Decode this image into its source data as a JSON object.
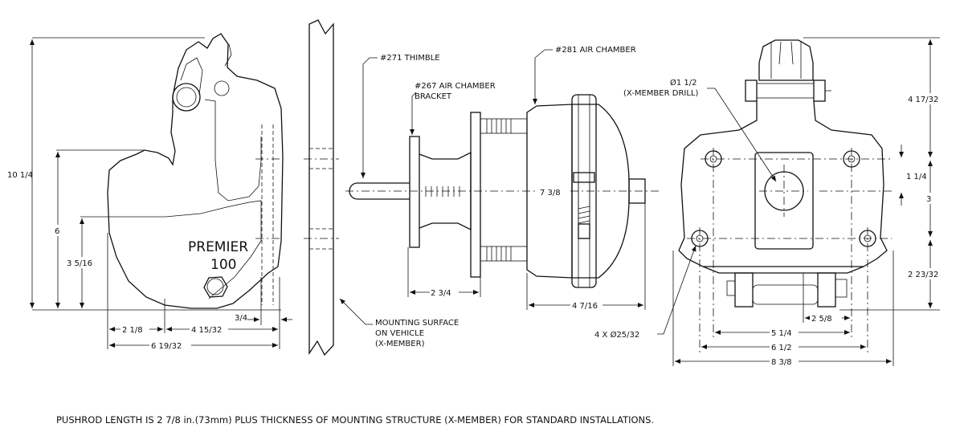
{
  "product_text": {
    "line1": "PREMIER",
    "line2": "100"
  },
  "side_view": {
    "dims": {
      "overall_height": "10 1/4",
      "height_6": "6",
      "height_3_5_16": "3 5/16",
      "width_2_1_8": "2 1/8",
      "width_4_15_32": "4 15/32",
      "width_3_4": "3/4",
      "width_6_19_32": "6 19/32"
    }
  },
  "mounting": {
    "label": [
      "MOUNTING SURFACE",
      "ON VEHICLE",
      "(X-MEMBER)"
    ]
  },
  "air_chamber_view": {
    "labels": {
      "thimble": "#271 THIMBLE",
      "bracket": [
        "#267 AIR CHAMBER",
        "BRACKET"
      ],
      "chamber": "#281 AIR CHAMBER"
    },
    "dims": {
      "d_7_3_8": "7 3/8",
      "d_2_3_4": "2 3/4",
      "d_4_7_16": "4 7/16"
    }
  },
  "front_view": {
    "labels": {
      "drill": [
        "Ø1 1/2",
        "(X-MEMBER DRILL)"
      ],
      "holes": "4 X Ø25/32"
    },
    "dims": {
      "d_4_17_32": "4 17/32",
      "d_1_1_4": "1 1/4",
      "d_3": "3",
      "d_2_23_32": "2 23/32",
      "d_2_5_8": "2 5/8",
      "d_5_1_4": "5 1/4",
      "d_6_1_2": "6 1/2",
      "d_8_3_8": "8 3/8"
    }
  },
  "footnote": "PUSHROD LENGTH IS 2 7/8 in.(73mm) PLUS THICKNESS OF MOUNTING STRUCTURE (X-MEMBER) FOR STANDARD INSTALLATIONS."
}
